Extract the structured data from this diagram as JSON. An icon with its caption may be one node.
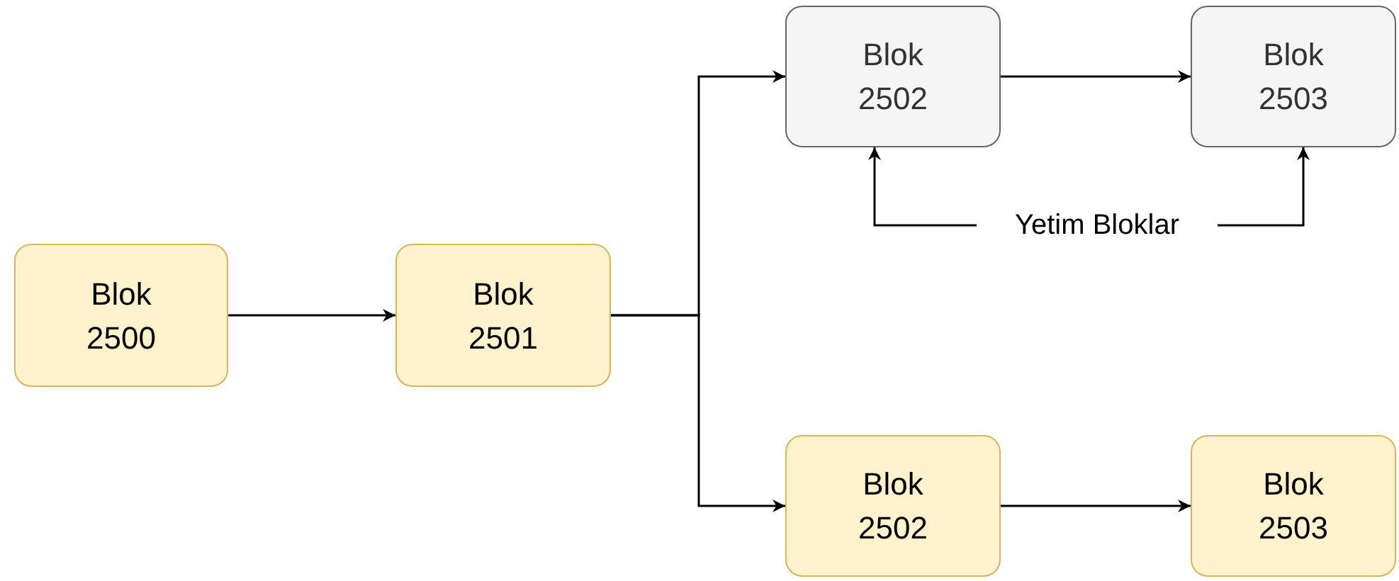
{
  "diagram": {
    "nodes": [
      {
        "text": [
          "Blok 2500"
        ]
      },
      {
        "text": [
          "Blok 2501"
        ]
      },
      {
        "text": [
          "Blok 2502"
        ]
      },
      {
        "text": [
          "Blok 2503"
        ]
      },
      {
        "text": [
          "Blok 2502"
        ]
      },
      {
        "text": [
          "Blok 2503"
        ]
      },
      {
        "text": [
          "Yetim Bloklar"
        ]
      }
    ],
    "edges": [
      {
        "from": 0,
        "to": 1,
        "arrow": "to"
      },
      {
        "from": 1,
        "to": 2,
        "arrow": "to"
      },
      {
        "from": 1,
        "to": 4,
        "arrow": "to"
      },
      {
        "from": 2,
        "to": 3,
        "arrow": "to"
      },
      {
        "from": 4,
        "to": 5,
        "arrow": "to"
      },
      {
        "from": 6,
        "to": 2,
        "arrow": "to"
      },
      {
        "from": 6,
        "to": 3,
        "arrow": "to"
      }
    ]
  }
}
